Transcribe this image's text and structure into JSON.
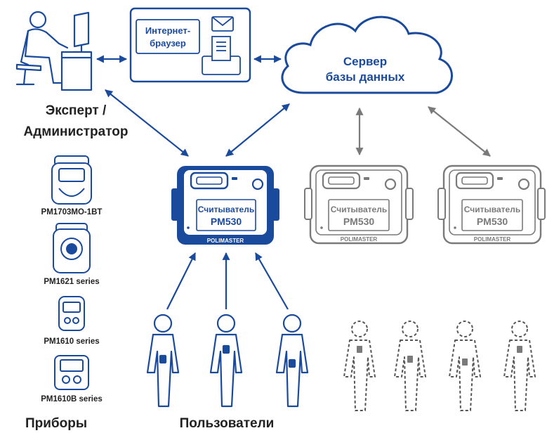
{
  "colors": {
    "primary": "#1a4a9c",
    "gray": "#7a7a7a",
    "text": "#222222",
    "white": "#ffffff"
  },
  "browser": {
    "label_line1": "Интернет-",
    "label_line2": "браузер"
  },
  "server": {
    "label_line1": "Сервер",
    "label_line2": "базы данных"
  },
  "expert": {
    "label_line1": "Эксперт /",
    "label_line2": "Администратор"
  },
  "readers": [
    {
      "label_line1": "Считыватель",
      "label_line2": "PM530",
      "brand": "POLIMASTER",
      "state": "active"
    },
    {
      "label_line1": "Считыватель",
      "label_line2": "PM530",
      "brand": "POLIMASTER",
      "state": "inactive"
    },
    {
      "label_line1": "Считыватель",
      "label_line2": "PM530",
      "brand": "POLIMASTER",
      "state": "inactive"
    }
  ],
  "devices": [
    {
      "name": "PM1703MO-1BT",
      "icon": "pm1703-device-icon"
    },
    {
      "name": "PM1621 series",
      "icon": "pm1621-device-icon"
    },
    {
      "name": "PM1610 series",
      "icon": "pm1610-device-icon"
    },
    {
      "name": "PM1610B series",
      "icon": "pm1610b-device-icon"
    }
  ],
  "bottom_labels": {
    "devices": "Приборы",
    "users": "Пользователи"
  }
}
